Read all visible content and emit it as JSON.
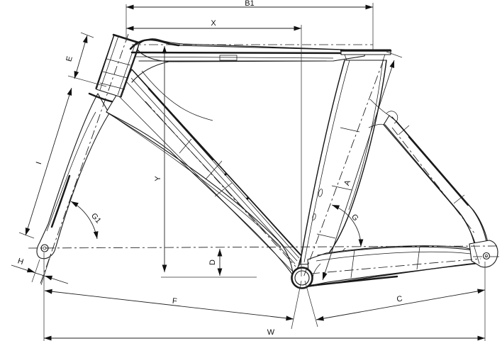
{
  "colors": {
    "background": "#ffffff",
    "line": "#1a1a1a"
  },
  "diagram": {
    "dimension_labels": [
      "B1",
      "X",
      "E",
      "I",
      "H",
      "G1",
      "Y",
      "D",
      "F",
      "W",
      "C",
      "A",
      "G"
    ],
    "dimensions": {
      "b1": {
        "label": "B1"
      },
      "x": {
        "label": "X"
      },
      "e": {
        "label": "E"
      },
      "i": {
        "label": "I"
      },
      "h": {
        "label": "H"
      },
      "g1": {
        "label": "G1"
      },
      "y": {
        "label": "Y"
      },
      "d": {
        "label": "D"
      },
      "f": {
        "label": "F"
      },
      "w": {
        "label": "W"
      },
      "c": {
        "label": "C"
      },
      "a": {
        "label": "A"
      },
      "g": {
        "label": "G"
      }
    }
  }
}
